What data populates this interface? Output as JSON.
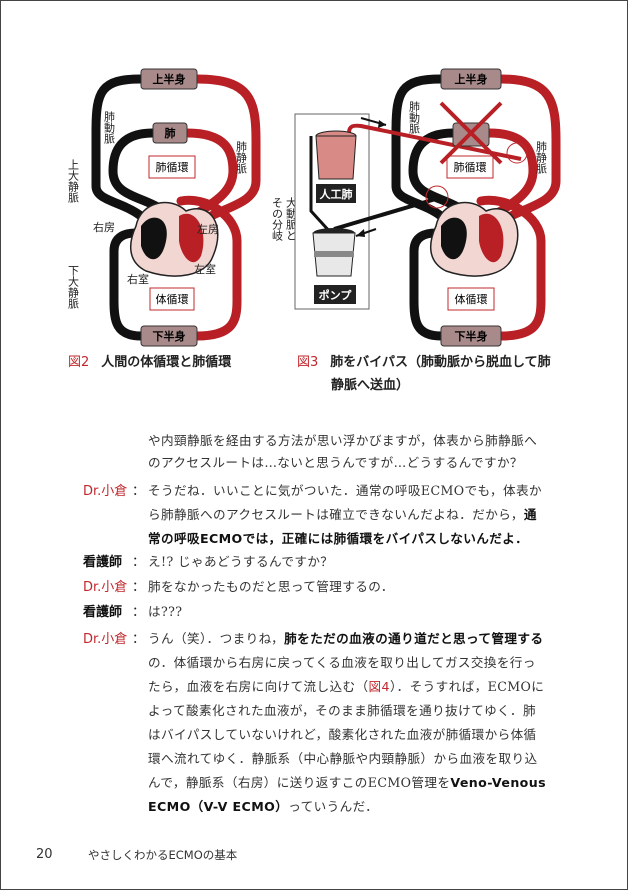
{
  "figure2": {
    "boxes": {
      "upper_body": "上半身",
      "lung": "肺",
      "pulmonary_circ": "肺循環",
      "systemic_circ": "体循環",
      "lower_body": "下半身"
    },
    "labels": {
      "pulmonary_artery": "肺動脈",
      "svc": "上大静脈",
      "pulmonary_vein": "肺静脈",
      "aorta_a": "大動脈と",
      "aorta_b": "その分岐",
      "ra": "右房",
      "la": "左房",
      "lv": "左室",
      "rv": "右室",
      "ivc": "下大静脈"
    },
    "caption_num": "図2",
    "caption": "人間の体循環と肺循環"
  },
  "figure3": {
    "boxes": {
      "upper_body": "上半身",
      "pulmonary_circ": "肺循環",
      "systemic_circ": "体循環",
      "lower_body": "下半身",
      "oxygenator": "人工肺",
      "pump": "ポンプ"
    },
    "labels": {
      "pulmonary_artery": "肺動脈",
      "pulmonary_vein": "肺静脈"
    },
    "caption_num": "図3",
    "caption_l1": "肺をバイパス（肺動脈から脱血して肺",
    "caption_l2": "静脈へ送血）"
  },
  "dialogue": [
    {
      "speaker": "",
      "cls": "",
      "lines": [
        [
          {
            "t": "や内頸静脈を経由する方法が思い浮かびますが，体表から肺静脈へ"
          }
        ],
        [
          {
            "t": "のアクセスルートは…ないと思うんですが…どうするんですか？"
          }
        ]
      ]
    },
    {
      "speaker": "Dr.小倉",
      "cls": "doc",
      "lines": [
        [
          {
            "t": "そうだね．いいことに気がついた．通常の呼吸ECMOでも，体表か"
          }
        ],
        [
          {
            "t": "ら肺静脈へのアクセスルートは確立できないんだよね．だから，"
          },
          {
            "t": "通",
            "b": 1
          }
        ],
        [
          {
            "t": "常の呼吸ECMOでは，正確には肺循環をバイパスしないんだよ．",
            "b": 1
          }
        ]
      ]
    },
    {
      "speaker": "看護師",
      "cls": "nurse",
      "lines": [
        [
          {
            "t": "え!? じゃあどうするんですか？"
          }
        ]
      ]
    },
    {
      "speaker": "Dr.小倉",
      "cls": "doc",
      "lines": [
        [
          {
            "t": "肺をなかったものだと思って管理するの．"
          }
        ]
      ]
    },
    {
      "speaker": "看護師",
      "cls": "nurse",
      "lines": [
        [
          {
            "t": "は???"
          }
        ]
      ]
    },
    {
      "speaker": "Dr.小倉",
      "cls": "doc",
      "lines": [
        [
          {
            "t": "うん（笑）．つまりね，"
          },
          {
            "t": "肺をただの血液の通り道だと思って管理する",
            "b": 1
          }
        ],
        [
          {
            "t": "の．体循環から右房に戻ってくる血液を取り出してガス交換を行っ"
          }
        ],
        [
          {
            "t": "たら，血液を右房に向けて流し込む（"
          },
          {
            "t": "図4",
            "r": 1
          },
          {
            "t": "）．そうすれば，ECMOに"
          }
        ],
        [
          {
            "t": "よって酸素化された血液が，そのまま肺循環を通り抜けてゆく．肺"
          }
        ],
        [
          {
            "t": "はバイパスしていないけれど，酸素化された血液が肺循環から体循"
          }
        ],
        [
          {
            "t": "環へ流れてゆく．静脈系（中心静脈や内頸静脈）から血液を取り込"
          }
        ],
        [
          {
            "t": "んで，静脈系（右房）に送り返すこのECMO管理を"
          },
          {
            "t": "Veno-Venous",
            "b": 1
          }
        ],
        [
          {
            "t": "ECMO（V-V ECMO）",
            "b": 1
          },
          {
            "t": "っていうんだ．"
          }
        ]
      ]
    }
  ],
  "footer": {
    "page_number": "20",
    "book_title": "やさしくわかるECMOの基本"
  },
  "colors": {
    "accent_red": "#c0282d",
    "vessel_red": "#b82025",
    "vessel_black": "#111111",
    "organ_box": "#a88a8a"
  }
}
